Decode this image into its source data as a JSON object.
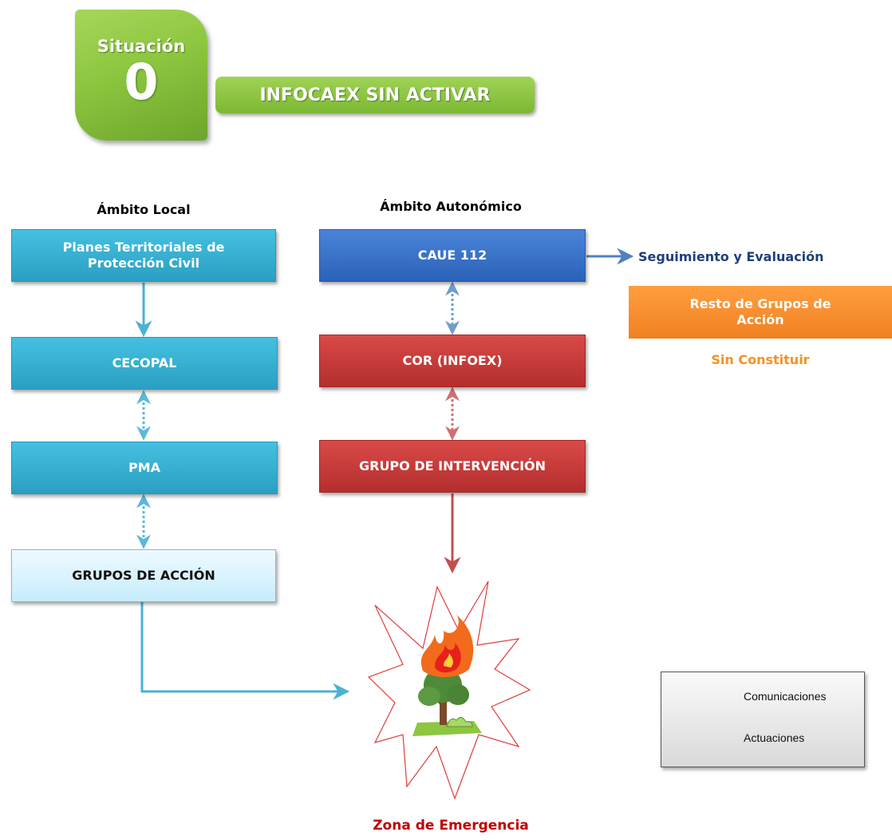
{
  "header": {
    "situation_label": "Situación",
    "situation_number": "0",
    "status_banner": "INFOCAEX SIN ACTIVAR"
  },
  "local": {
    "heading": "Ámbito Local",
    "boxes": [
      "Planes Territoriales de Protección Civil",
      "CECOPAL",
      "PMA",
      "GRUPOS DE ACCIÓN"
    ]
  },
  "autonomic": {
    "heading": "Ámbito Autonómico",
    "boxes": [
      "CAUE 112",
      "COR (INFOEX)",
      "GRUPO DE INTERVENCIÓN"
    ]
  },
  "side": {
    "follow_up": "Seguimiento y Evaluación",
    "rest_groups": "Resto de Grupos de Acción",
    "rest_status": "Sin Constituir"
  },
  "emergency_zone": "Zona de Emergencia",
  "legend": {
    "communications": "Comunicaciones",
    "actions": "Actuaciones"
  },
  "colors": {
    "green_badge": "#8cc63f",
    "cyan": "#31a9cf",
    "blue": "#3570c8",
    "red": "#c0393a",
    "orange": "#f7901e",
    "zone_text": "#c00000",
    "follow_up_text": "#1f3f7a"
  }
}
